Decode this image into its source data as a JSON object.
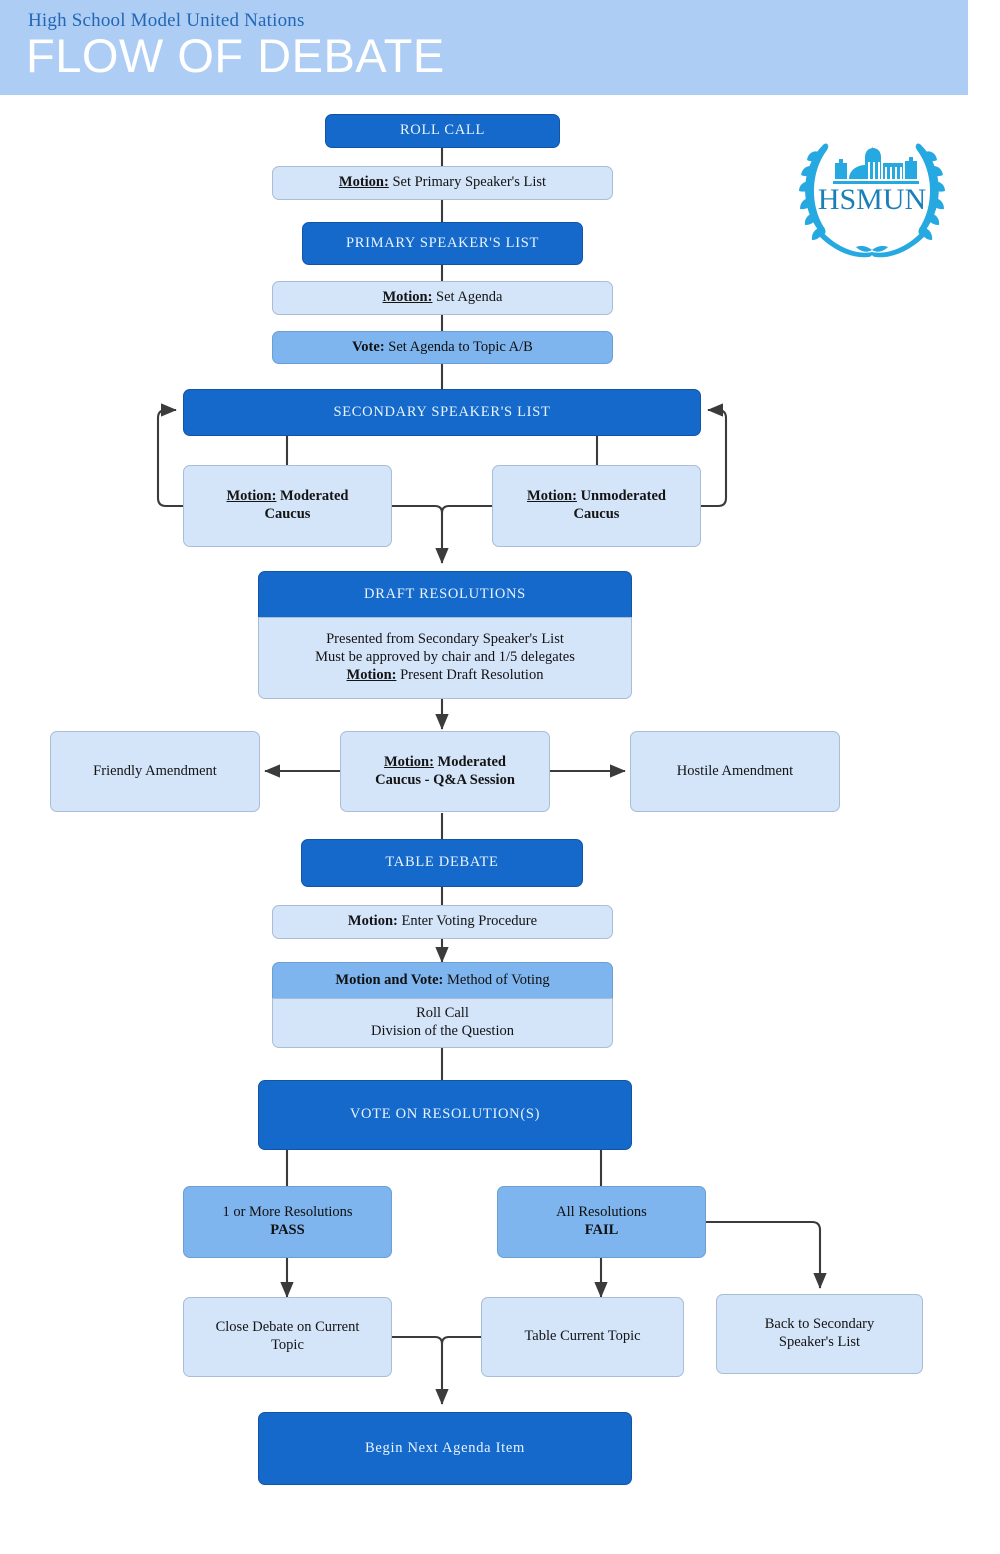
{
  "header": {
    "subtitle": "High School Model United Nations",
    "title": "FLOW OF DEBATE",
    "bg_color": "#aecdf5",
    "subtitle_color": "#2167b5",
    "title_color": "#ffffff"
  },
  "logo": {
    "text": "HSMUN",
    "color": "#26a9e0",
    "shape": "laurel-wreath-with-building"
  },
  "palette": {
    "dark_blue": "#1569cb",
    "light_blue": "#d4e4f9",
    "mid_blue": "#7eb5ee",
    "connector": "#3b3b3b"
  },
  "chart_data": {
    "type": "flowchart",
    "title": "FLOW OF DEBATE",
    "nodes": [
      {
        "id": "roll-call",
        "label": "ROLL CALL",
        "style": "dark"
      },
      {
        "id": "motion-primary-list",
        "label": "Motion: Set Primary Speaker's List",
        "style": "light"
      },
      {
        "id": "primary-speakers-list",
        "label": "PRIMARY SPEAKER'S LIST",
        "style": "dark"
      },
      {
        "id": "motion-set-agenda",
        "label": "Motion: Set Agenda",
        "style": "light"
      },
      {
        "id": "vote-set-agenda",
        "label": "Vote: Set Agenda to Topic A/B",
        "style": "mid"
      },
      {
        "id": "secondary-speakers-list",
        "label": "SECONDARY SPEAKER'S LIST",
        "style": "dark"
      },
      {
        "id": "motion-moderated-caucus",
        "label": "Motion: Moderated Caucus",
        "style": "light"
      },
      {
        "id": "motion-unmoderated-caucus",
        "label": "Motion: Unmoderated Caucus",
        "style": "light"
      },
      {
        "id": "draft-resolutions",
        "label": "DRAFT RESOLUTIONS",
        "style": "dark"
      },
      {
        "id": "draft-resolutions-body",
        "label": "Presented from Secondary Speaker's List / Must be approved by chair and 1/5 delegates / Motion: Present Draft Resolution",
        "style": "light"
      },
      {
        "id": "friendly-amendment",
        "label": "Friendly Amendment",
        "style": "light"
      },
      {
        "id": "motion-qa-session",
        "label": "Motion: Moderated Caucus - Q&A Session",
        "style": "light"
      },
      {
        "id": "hostile-amendment",
        "label": "Hostile Amendment",
        "style": "light"
      },
      {
        "id": "table-debate",
        "label": "TABLE DEBATE",
        "style": "dark"
      },
      {
        "id": "motion-enter-voting",
        "label": "Motion: Enter Voting Procedure",
        "style": "light"
      },
      {
        "id": "motion-vote-method",
        "label": "Motion and Vote: Method of Voting",
        "style": "mid"
      },
      {
        "id": "voting-methods",
        "label": "Roll Call / Division of the Question",
        "style": "light"
      },
      {
        "id": "vote-on-resolutions",
        "label": "VOTE ON RESOLUTION(S)",
        "style": "dark"
      },
      {
        "id": "resolutions-pass",
        "label": "1 or More Resolutions PASS",
        "style": "mid"
      },
      {
        "id": "resolutions-fail",
        "label": "All Resolutions FAIL",
        "style": "mid"
      },
      {
        "id": "close-debate",
        "label": "Close Debate on Current Topic",
        "style": "light"
      },
      {
        "id": "table-current-topic",
        "label": "Table Current Topic",
        "style": "light"
      },
      {
        "id": "back-to-secondary",
        "label": "Back to Secondary Speaker's List",
        "style": "light"
      },
      {
        "id": "begin-next-agenda",
        "label": "Begin Next Agenda Item",
        "style": "dark"
      }
    ],
    "edges": [
      {
        "from": "roll-call",
        "to": "motion-primary-list"
      },
      {
        "from": "motion-primary-list",
        "to": "primary-speakers-list"
      },
      {
        "from": "primary-speakers-list",
        "to": "motion-set-agenda"
      },
      {
        "from": "motion-set-agenda",
        "to": "vote-set-agenda"
      },
      {
        "from": "vote-set-agenda",
        "to": "secondary-speakers-list"
      },
      {
        "from": "secondary-speakers-list",
        "to": "motion-moderated-caucus"
      },
      {
        "from": "secondary-speakers-list",
        "to": "motion-unmoderated-caucus"
      },
      {
        "from": "motion-moderated-caucus",
        "to": "secondary-speakers-list",
        "kind": "loop-left"
      },
      {
        "from": "motion-unmoderated-caucus",
        "to": "secondary-speakers-list",
        "kind": "loop-right"
      },
      {
        "from": "motion-moderated-caucus",
        "to": "draft-resolutions"
      },
      {
        "from": "motion-unmoderated-caucus",
        "to": "draft-resolutions"
      },
      {
        "from": "draft-resolutions-body",
        "to": "motion-qa-session"
      },
      {
        "from": "motion-qa-session",
        "to": "friendly-amendment"
      },
      {
        "from": "motion-qa-session",
        "to": "hostile-amendment"
      },
      {
        "from": "motion-qa-session",
        "to": "table-debate"
      },
      {
        "from": "table-debate",
        "to": "motion-enter-voting"
      },
      {
        "from": "motion-enter-voting",
        "to": "motion-vote-method"
      },
      {
        "from": "voting-methods",
        "to": "vote-on-resolutions"
      },
      {
        "from": "vote-on-resolutions",
        "to": "resolutions-pass"
      },
      {
        "from": "vote-on-resolutions",
        "to": "resolutions-fail"
      },
      {
        "from": "resolutions-pass",
        "to": "close-debate"
      },
      {
        "from": "resolutions-fail",
        "to": "table-current-topic"
      },
      {
        "from": "resolutions-fail",
        "to": "back-to-secondary"
      },
      {
        "from": "close-debate",
        "to": "begin-next-agenda"
      },
      {
        "from": "table-current-topic",
        "to": "begin-next-agenda"
      }
    ]
  },
  "nodes": {
    "roll_call": "ROLL CALL",
    "motion_primary_label": "Motion:",
    "motion_primary_text": " Set Primary Speaker's List",
    "primary_speakers_list": "PRIMARY SPEAKER'S LIST",
    "motion_agenda_label": "Motion:",
    "motion_agenda_text": " Set Agenda",
    "vote_agenda_label": "Vote:",
    "vote_agenda_text": " Set Agenda to Topic A/B",
    "secondary_speakers_list": "SECONDARY SPEAKER'S LIST",
    "moderated_label": "Motion:",
    "moderated_text": " Moderated",
    "moderated_line2": "Caucus",
    "unmoderated_label": "Motion:",
    "unmoderated_text": " Unmoderated",
    "unmoderated_line2": "Caucus",
    "draft_resolutions": "DRAFT RESOLUTIONS",
    "draft_line1": "Presented from Secondary Speaker's List",
    "draft_line2": "Must be approved by chair and 1/5 delegates",
    "draft_line3_label": "Motion:",
    "draft_line3_text": " Present Draft Resolution",
    "friendly_amendment": "Friendly Amendment",
    "qa_label": "Motion:",
    "qa_text": " Moderated",
    "qa_line2": "Caucus - Q&A Session",
    "hostile_amendment": "Hostile Amendment",
    "table_debate": "TABLE DEBATE",
    "enter_voting_label": "Motion:",
    "enter_voting_text": " Enter Voting Procedure",
    "method_label": "Motion and Vote:",
    "method_text": " Method of Voting",
    "method_line1": "Roll Call",
    "method_line2": "Division of the Question",
    "vote_on_resolutions": "VOTE ON RESOLUTION(S)",
    "pass_line1": "1 or More Resolutions",
    "pass_line2": "PASS",
    "fail_line1": "All Resolutions",
    "fail_line2": "FAIL",
    "close_debate_line1": "Close Debate on Current",
    "close_debate_line2": "Topic",
    "table_current_topic": "Table Current Topic",
    "back_secondary_line1": "Back to Secondary",
    "back_secondary_line2": "Speaker's List",
    "begin_next_agenda": "Begin Next Agenda Item"
  }
}
